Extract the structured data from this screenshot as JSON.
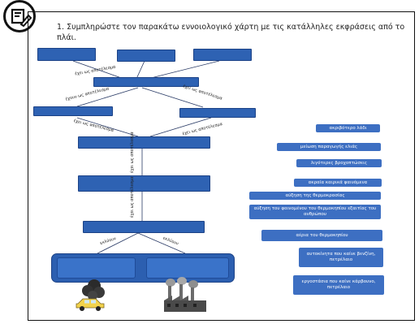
{
  "question": "1. Συμπληρώστε τον παρακάτω εννοιολογικό χάρτη με τις κατάλληλες εκφράσεις από το πλάι.",
  "map_labels": {
    "result_1": "έχει ως αποτέλεσμα",
    "result_2": "έχουν ως αποτέλεσμα",
    "result_3": "έχει ως αποτέλεσμα",
    "result_4": "έχει ως αποτέλεσμα",
    "result_5": "έχει ως αποτέλεσμα",
    "result_6": "έχει ως αποτέλεσμα",
    "result_7": "έχει ως αποτέλεσμα",
    "produce_1": "εκλύουν",
    "produce_2": "εκλύουν"
  },
  "options": [
    "ακριβότερο λάδι",
    "μείωση παραγωγής ελιάς",
    "λιγότερες βροχοπτώσεις",
    "ακραία καιρικά φαινόμενα",
    "αύξηση της θερμοκρασίας",
    "αύξηση του φαινομένου του θερμοκηπίου εξαιτίας του ανθρώπου",
    "αέρια του θερμοκηπίου",
    "αυτοκίνητα που καίνε βενζίνη, πετρέλαιο",
    "εργοστάσια που καίνε κάρβουνο, πετρέλαιο"
  ],
  "colors": {
    "box": "#2e62b3",
    "option": "#3d6fc2",
    "frame": "#111111"
  },
  "icons": [
    "pencil-note-icon",
    "car-smoke-icon",
    "factory-smoke-icon"
  ]
}
